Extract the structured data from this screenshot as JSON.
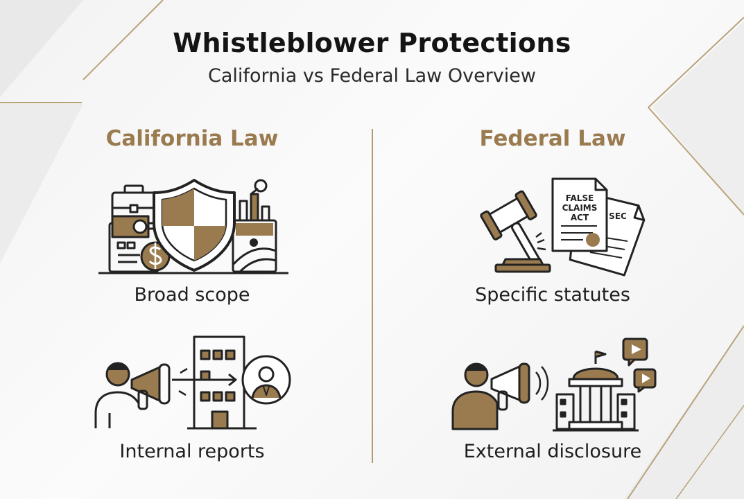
{
  "header": {
    "title": "Whistleblower Protections",
    "subtitle": "California vs Federal Law Overview"
  },
  "colors": {
    "accent": "#9a7b4f",
    "ink": "#222222",
    "background": "#f6f6f6"
  },
  "columns": [
    {
      "title": "California Law",
      "items": [
        {
          "label": "Broad scope",
          "icon": "shield-briefcase-scope-icon"
        },
        {
          "label": "Internal reports",
          "icon": "megaphone-to-company-icon"
        }
      ]
    },
    {
      "title": "Federal Law",
      "items": [
        {
          "label": "Specific statutes",
          "icon": "gavel-documents-icon",
          "doc_front": [
            "FALSE",
            "CLAIMS",
            "ACT"
          ],
          "doc_back": "SEC"
        },
        {
          "label": "External disclosure",
          "icon": "megaphone-to-government-icon"
        }
      ]
    }
  ]
}
